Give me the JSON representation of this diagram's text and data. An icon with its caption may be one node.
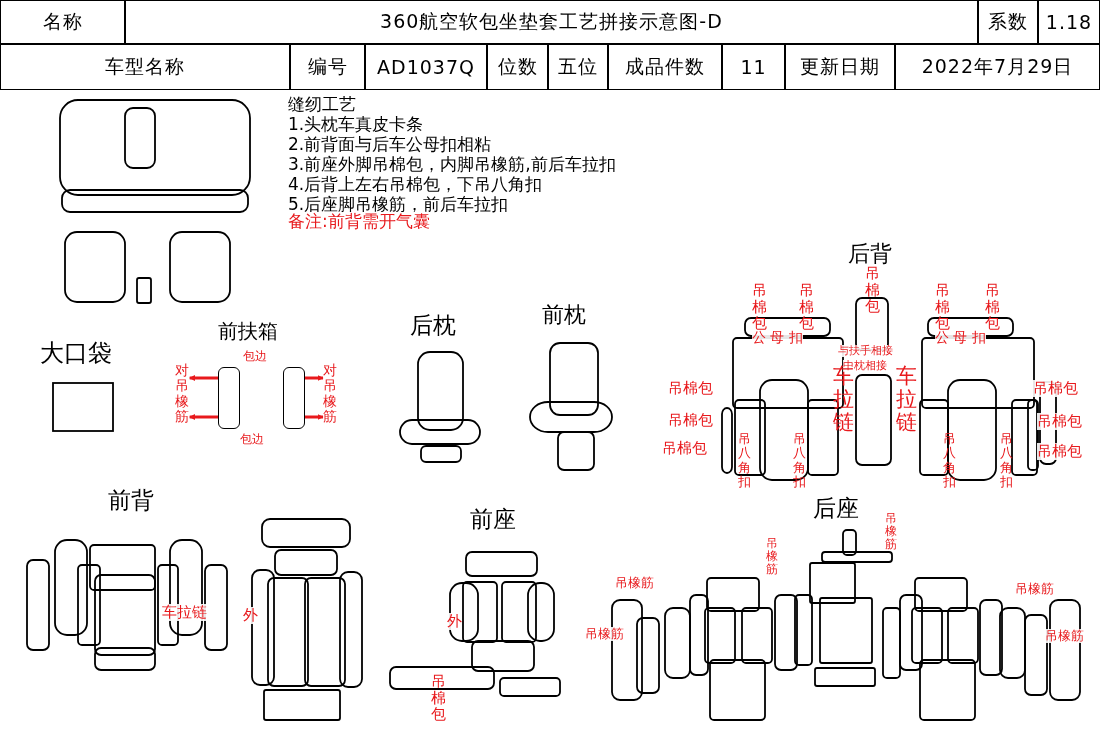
{
  "diagram": {
    "title": "360航空软包坐垫套工艺拼接示意图-D",
    "nodes": [
      {
        "text": [
          "对吊橡筋"
        ]
      },
      {
        "text": [
          "对吊橡筋"
        ]
      },
      {
        "text": [],
        "shape": "box"
      },
      {
        "text": [],
        "shape": "box"
      }
    ],
    "edges": [
      {
        "from": 2,
        "to": 0,
        "arrow": "to",
        "color": "#e8191c"
      },
      {
        "from": 2,
        "to": 0,
        "arrow": "to",
        "color": "#e8191c"
      },
      {
        "from": 3,
        "to": 1,
        "arrow": "to",
        "color": "#e8191c"
      },
      {
        "from": 3,
        "to": 1,
        "arrow": "to",
        "color": "#e8191c"
      }
    ],
    "labels": [
      "名称",
      "系数",
      "1.18",
      "车型名称",
      "编号",
      "AD1037Q",
      "位数",
      "五位",
      "成品件数",
      "11",
      "更新日期",
      "2022年7月29日",
      "缝纫工艺",
      "1.头枕车真皮卡条",
      "2.前背面与后车公母扣相粘",
      "3.前座外脚吊棉包，内脚吊橡筋,前后车拉扣",
      "4.后背上左右吊棉包，下吊八角扣",
      "5.后座脚吊橡筋，前后车拉扣",
      "备注:前背需开气囊",
      "后背",
      "吊棉包",
      "吊棉包",
      "吊棉包",
      "吊棉包",
      "吊棉包",
      "公 母 扣",
      "公 母 扣",
      "前枕",
      "前扶箱",
      "后枕",
      "与扶手相接",
      "中枕相接",
      "大口袋",
      "包边",
      "吊棉包",
      "吊棉包",
      "车拉链",
      "车拉链",
      "吊棉包",
      "吊棉包",
      "包边",
      "吊棉包",
      "吊八角扣",
      "吊八角扣",
      "吊八角扣",
      "吊八角扣",
      "吊棉包",
      "前背",
      "后座",
      "前座",
      "吊橡筋",
      "吊橡筋",
      "吊橡筋",
      "吊橡筋",
      "车拉链",
      "外",
      "外",
      "吊橡筋",
      "吊橡筋",
      "吊棉包"
    ]
  }
}
